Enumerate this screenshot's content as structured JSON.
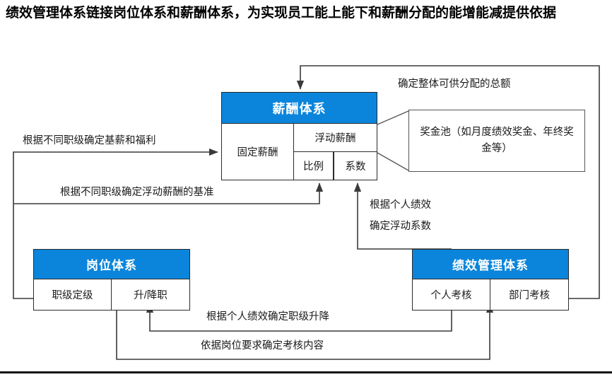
{
  "title": "绩效管理体系链接岗位体系和薪酬体系，为实现员工能上能下和薪酬分配的能增能减提供依据",
  "colors": {
    "header_blue": "#0a85db",
    "border": "#2b2b2b",
    "text": "#1a1a1a",
    "callout_border": "#555555"
  },
  "boxes": {
    "salary": {
      "header": "薪酬体系",
      "fixed_pay": "固定薪酬",
      "variable_pay": "浮动薪酬",
      "ratio": "比例",
      "coefficient": "系数"
    },
    "position": {
      "header": "岗位体系",
      "grading": "职级定级",
      "promotion": "升/降职"
    },
    "performance": {
      "header": "绩效管理体系",
      "individual": "个人考核",
      "department": "部门考核"
    },
    "bonus_pool": {
      "text": "奖金池（如月度绩效奖金、年终奖金等）"
    }
  },
  "edge_labels": {
    "total_amount": "确定整体可供分配的总额",
    "base_salary": "根据不同职级确定基薪和福利",
    "variable_base": "根据不同职级确定浮动薪酬的基准",
    "coefficient_line1": "根据个人绩效",
    "coefficient_line2": "确定浮动系数",
    "grade_change": "根据个人绩效确定职级升降",
    "kpi_content": "依据岗位要求确定考核内容"
  }
}
